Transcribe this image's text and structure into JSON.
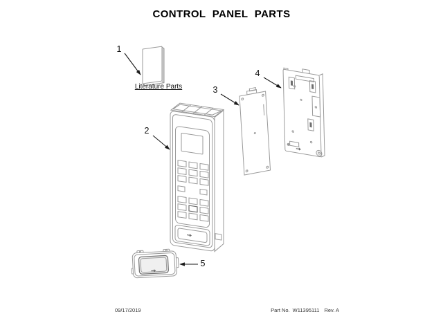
{
  "page": {
    "title": "CONTROL PANEL PARTS"
  },
  "diagram": {
    "callouts": [
      "1",
      "2",
      "3",
      "4",
      "5"
    ],
    "literature_label": "Literature Parts",
    "colors": {
      "line": "#9a9a9a",
      "line-dark": "#6e6e6e",
      "callout": "#1a1a1a",
      "paper": "#ffffff"
    }
  },
  "footer": {
    "date": "09/17/2019",
    "part_label": "Part No.",
    "part_number": "W11395111",
    "revision": "Rev. A"
  }
}
